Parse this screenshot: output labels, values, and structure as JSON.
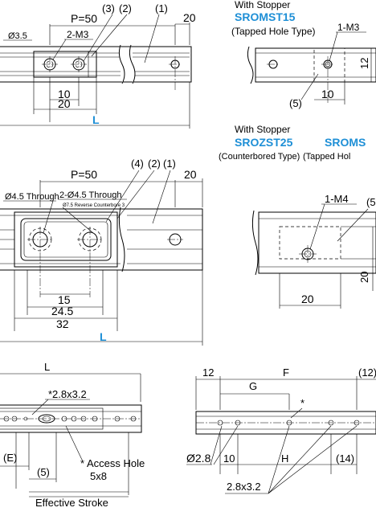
{
  "colors": {
    "accent": "#1e8fd6",
    "line": "#000000"
  },
  "section_a": {
    "pitch": "P=50",
    "callouts": [
      "(3)",
      "(2)",
      "(1)"
    ],
    "hole_dia": "Ø3.5",
    "tap": "2-M3",
    "dim_20_top": "20",
    "dim_10": "10",
    "dim_20_bottom": "20",
    "length": "L"
  },
  "section_b": {
    "stopper_label": "With Stopper",
    "product_code": "SROMST15",
    "type_label": "(Tapped Hole Type)",
    "tap": "1-M3",
    "dim_12": "12",
    "callout": "(5)",
    "dim_10": "10"
  },
  "section_c": {
    "stopper_label": "With Stopper",
    "product_code_1": "SROZST25",
    "product_code_2": "SROMS",
    "type_label_1": "(Counterbored Type)",
    "type_label_2": "(Tapped Hol"
  },
  "section_d": {
    "pitch": "P=50",
    "callouts": [
      "(4)",
      "(2)",
      "(1)"
    ],
    "through": "Ø4.5 Through",
    "through_2": "2-Ø4.5 Through",
    "counterbore": "Ø7.5 Reverse Counterbore 3",
    "dim_20_top": "20",
    "dim_15": "15",
    "dim_24_5": "24.5",
    "dim_32": "32",
    "length": "L"
  },
  "section_e": {
    "tap": "1-M4",
    "callout": "(5",
    "dim_20_right": "20",
    "dim_20_bottom": "20"
  },
  "section_f": {
    "length": "L",
    "slot": "*2.8x3.2",
    "e_label": "(E)",
    "callout": "(5)",
    "access_hole": "* Access Hole",
    "access_size": "5x8",
    "effective_stroke": "Effective Stroke"
  },
  "section_g": {
    "dim_12": "12",
    "dim_f": "F",
    "dim_12_paren": "(12)",
    "dim_g": "G",
    "star": "*",
    "dia": "Ø2.8",
    "dim_10": "10",
    "dim_h": "H",
    "dim_14": "(14)",
    "slot": "2.8x3.2"
  }
}
